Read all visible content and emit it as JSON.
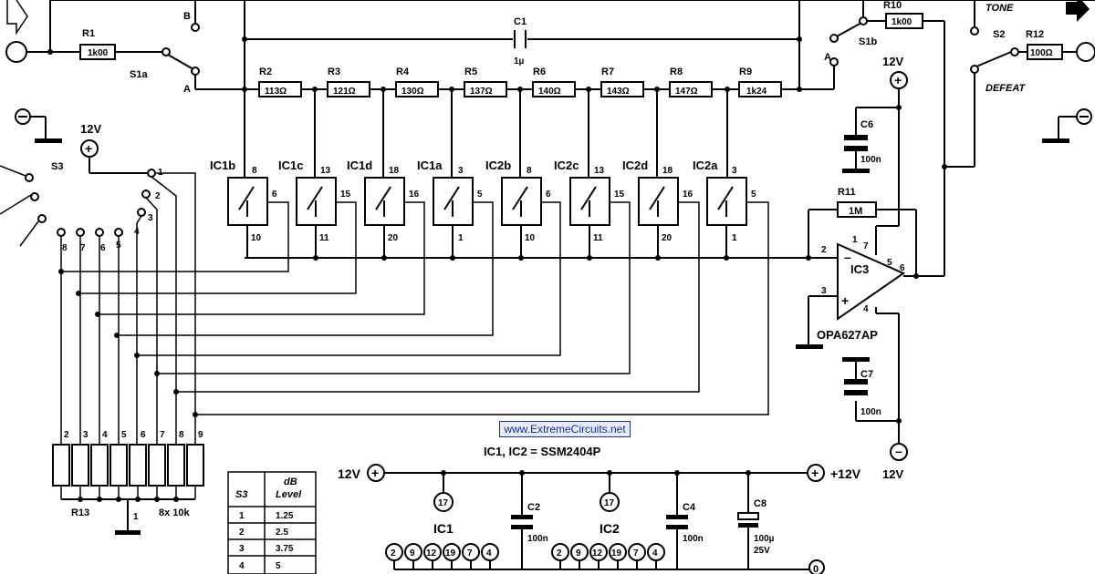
{
  "switches": {
    "s1a": "S1a",
    "s1b": "S1b",
    "s2": "S2",
    "s3": "S3",
    "throw_a": "A",
    "throw_b": "B",
    "tone": "TONE",
    "defeat": "DEFEAT"
  },
  "resistors": [
    {
      "ref": "R1",
      "value": "1k00"
    },
    {
      "ref": "R2",
      "value": "113Ω"
    },
    {
      "ref": "R3",
      "value": "121Ω"
    },
    {
      "ref": "R4",
      "value": "130Ω"
    },
    {
      "ref": "R5",
      "value": "137Ω"
    },
    {
      "ref": "R6",
      "value": "140Ω"
    },
    {
      "ref": "R7",
      "value": "143Ω"
    },
    {
      "ref": "R8",
      "value": "147Ω"
    },
    {
      "ref": "R9",
      "value": "1k24"
    },
    {
      "ref": "R10",
      "value": "1k00"
    },
    {
      "ref": "R11",
      "value": "1M"
    },
    {
      "ref": "R12",
      "value": "100Ω"
    }
  ],
  "capacitors": {
    "c1": {
      "ref": "C1",
      "value": "1µ"
    },
    "c2": {
      "ref": "C2",
      "value": "100n"
    },
    "c4": {
      "ref": "C4",
      "value": "100n"
    },
    "c6": {
      "ref": "C6",
      "value": "100n"
    },
    "c7": {
      "ref": "C7",
      "value": "100n"
    },
    "c8": {
      "ref": "C8",
      "value": "100µ",
      "rating": "25V"
    }
  },
  "analog_switches": [
    {
      "name": "IC1b",
      "top": "8",
      "right": "6",
      "bottom": "10"
    },
    {
      "name": "IC1c",
      "top": "13",
      "right": "15",
      "bottom": "11"
    },
    {
      "name": "IC1d",
      "top": "18",
      "right": "16",
      "bottom": "20"
    },
    {
      "name": "IC1a",
      "top": "3",
      "right": "5",
      "bottom": "1"
    },
    {
      "name": "IC2b",
      "top": "8",
      "right": "6",
      "bottom": "10"
    },
    {
      "name": "IC2c",
      "top": "13",
      "right": "15",
      "bottom": "11"
    },
    {
      "name": "IC2d",
      "top": "18",
      "right": "16",
      "bottom": "20"
    },
    {
      "name": "IC2a",
      "top": "3",
      "right": "5",
      "bottom": "1"
    }
  ],
  "opamp": {
    "ref": "IC3",
    "part": "OPA627AP",
    "pins": {
      "p1": "1",
      "p2": "2",
      "p3": "3",
      "p4": "4",
      "p5": "5",
      "p6": "6",
      "p7": "7"
    }
  },
  "supply": {
    "v12": "12V",
    "plus12": "+12V",
    "ic_note": "IC1, IC2 = SSM2404P",
    "ic1": "IC1",
    "ic2": "IC2",
    "pin17": "17",
    "gnd_pins": [
      "2",
      "9",
      "12",
      "19",
      "7",
      "4"
    ],
    "zero": "0"
  },
  "s3_positions": [
    "1",
    "2",
    "3",
    "4",
    "5",
    "6",
    "7",
    "8"
  ],
  "r13": {
    "ref": "R13",
    "pins": [
      "2",
      "3",
      "4",
      "5",
      "6",
      "7",
      "8",
      "9"
    ],
    "common": "1",
    "value": "8x 10k"
  },
  "table": {
    "col1": "S3",
    "col2a": "dB",
    "col2b": "Level",
    "rows": [
      {
        "s3": "1",
        "level": "1.25"
      },
      {
        "s3": "2",
        "level": "2.5"
      },
      {
        "s3": "3",
        "level": "3.75"
      },
      {
        "s3": "4",
        "level": "5"
      }
    ]
  },
  "watermark": "www.ExtremeCircuits.net"
}
